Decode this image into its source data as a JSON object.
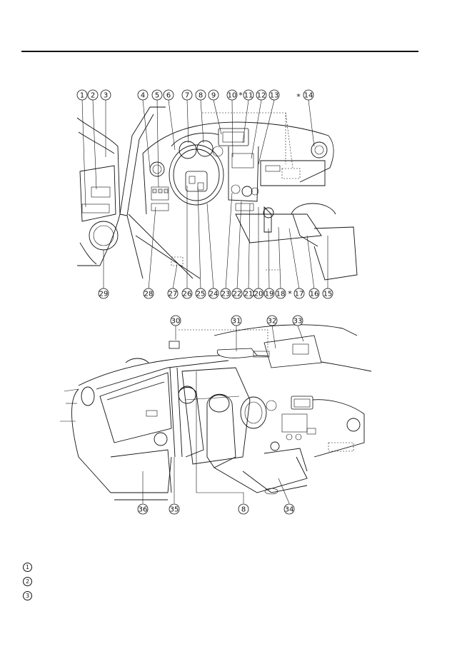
{
  "callouts_top": [
    "1",
    "2",
    "3",
    "4",
    "5",
    "6",
    "7",
    "8",
    "9",
    "10",
    "11",
    "12",
    "13",
    "14"
  ],
  "callouts_top_bottom": [
    "29",
    "28",
    "27",
    "26",
    "25",
    "24",
    "23",
    "22",
    "21",
    "20",
    "19",
    "18",
    "17",
    "16",
    "15"
  ],
  "callouts_bottom_top": [
    "30",
    "31",
    "32",
    "33"
  ],
  "callouts_bottom_bottom": [
    "36",
    "35",
    "8",
    "34"
  ],
  "asterisk": "*",
  "legend": [
    "1",
    "2",
    "3"
  ]
}
